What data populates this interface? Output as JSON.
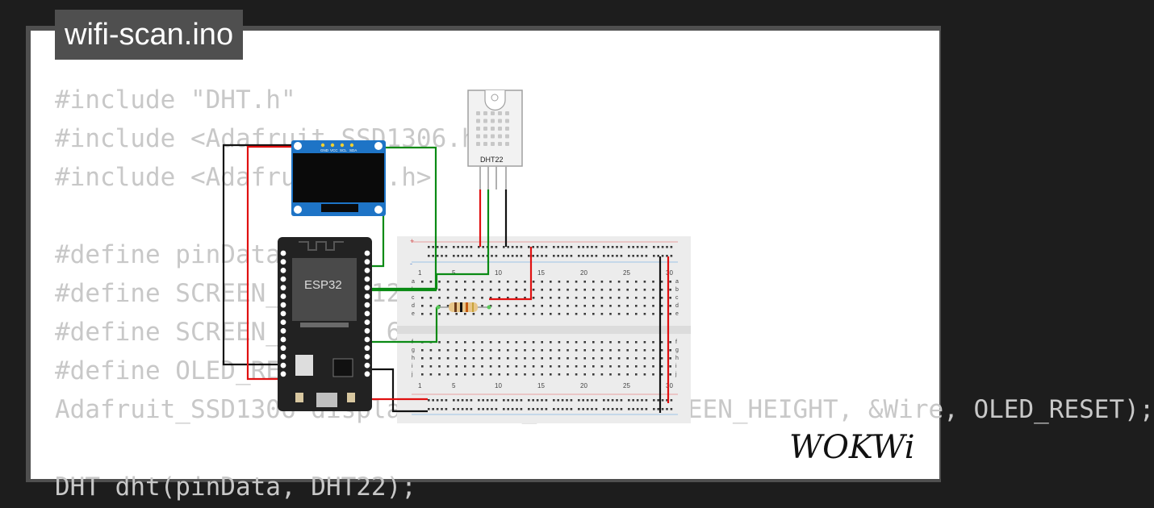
{
  "project": {
    "filename": "wifi-scan.ino"
  },
  "code_lines": [
    "#include \"DHT.h\"",
    "#include <Adafruit_SSD1306.h>",
    "#include <Adafruit_GFX.h>",
    "",
    "#define pinData 15",
    "#define SCREEN_WIDTH 128",
    "#define SCREEN_HEIGHT 64",
    "#define OLED_RESET -1",
    "Adafruit_SSD1306 display(SCREEN_WIDTH, SCREEN_HEIGHT, &Wire, OLED_RESET);",
    "",
    "DHT dht(pinData, DHT22);"
  ],
  "components": {
    "oled_pins": [
      "GND",
      "VCC",
      "SCL",
      "SDA"
    ],
    "esp32_label": "ESP32",
    "sensor_label": "DHT22",
    "breadboard_numbers": [
      "1",
      "5",
      "10",
      "15",
      "20",
      "25",
      "30"
    ],
    "breadboard_rows_top": [
      "a",
      "b",
      "c",
      "d",
      "e"
    ],
    "breadboard_rows_bottom": [
      "f",
      "g",
      "h",
      "i",
      "j"
    ]
  },
  "branding": {
    "logo": "WOKWi"
  },
  "colors": {
    "wire_red": "#e01010",
    "wire_black": "#111111",
    "wire_green": "#0a8a14",
    "oled_blue": "#1e74c6",
    "board_black": "#222222"
  }
}
